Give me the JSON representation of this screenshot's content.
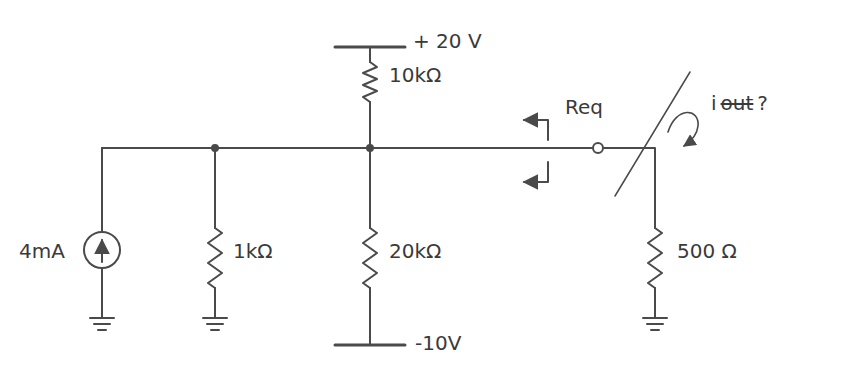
{
  "diagram": {
    "labels": [
      "+ 20 V",
      "10kΩ",
      "4mA",
      "1kΩ",
      "20kΩ",
      "-10V",
      "Req",
      "i",
      "out",
      "?",
      "500 Ω"
    ]
  }
}
